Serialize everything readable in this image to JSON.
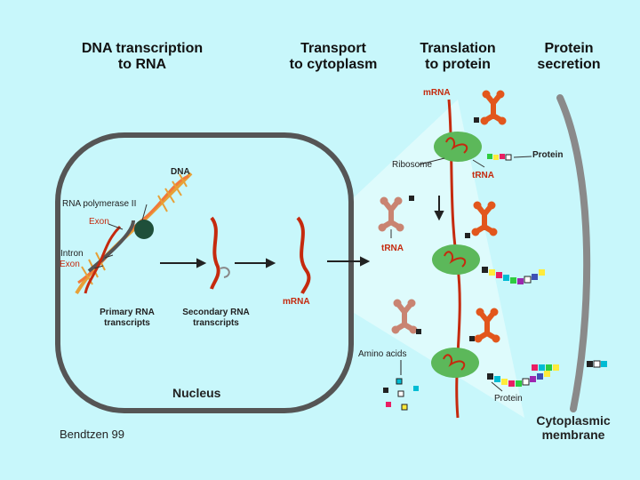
{
  "headers": {
    "transcription": [
      "DNA transcription",
      "to RNA"
    ],
    "transport": [
      "Transport",
      "to cytoplasm"
    ],
    "translation": [
      "Translation",
      "to protein"
    ],
    "secretion": [
      "Protein",
      "secretion"
    ]
  },
  "labels": {
    "dna": "DNA",
    "rna_polymerase": "RNA polymerase II",
    "exon_top": "Exon",
    "intron": "Intron",
    "exon_bottom": "Exon",
    "primary": [
      "Primary RNA",
      "transcripts"
    ],
    "secondary": [
      "Secondary RNA",
      "transcripts"
    ],
    "nucleus": "Nucleus",
    "mrna_nucleus": "mRNA",
    "mrna_top": "mRNA",
    "ribosome": "Ribosome",
    "trna_top": "tRNA",
    "protein_top": "Protein",
    "trna_mid": "tRNA",
    "amino_acids": "Amino acids",
    "protein_bottom": "Protein",
    "membrane": [
      "Cytoplasmic",
      "membrane"
    ]
  },
  "credit": "Bendtzen 99",
  "colors": {
    "background": "#c8f7fb",
    "rna": "#c52a0e",
    "trna": "#e2561c",
    "trna_faded": "#c98472",
    "ribosome": "#5cb85a",
    "nucleus_border": "#555555",
    "membrane": "#8a8a8a"
  }
}
